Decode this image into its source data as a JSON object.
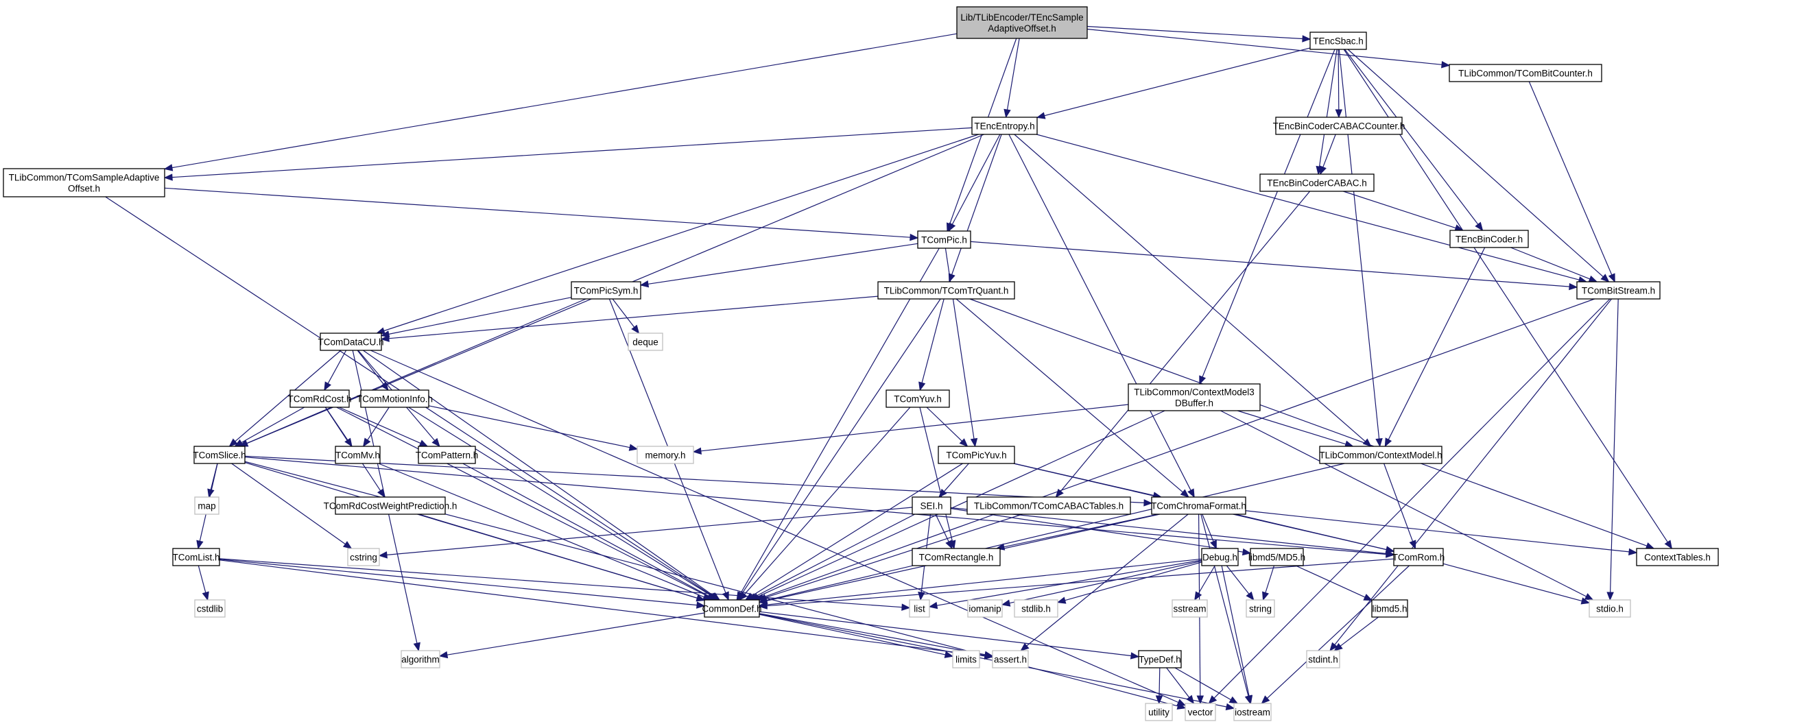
{
  "title": "Lib/TLibEncoder/TEncSampleAdaptiveOffset.h include dependency graph",
  "colors": {
    "edge": "#191970",
    "root_fill": "#bfbfbf",
    "node_border": "#000000",
    "system_border": "#bfbfbf"
  },
  "nodes": [
    {
      "id": "root",
      "lines": [
        "Lib/TLibEncoder/TEncSample",
        "AdaptiveOffset.h"
      ],
      "kind": "root"
    },
    {
      "id": "TEncSbac",
      "lines": [
        "TEncSbac.h"
      ],
      "kind": "file"
    },
    {
      "id": "TComBitCounter",
      "lines": [
        "TLibCommon/TComBitCounter.h"
      ],
      "kind": "file"
    },
    {
      "id": "TEncEntropy",
      "lines": [
        "TEncEntropy.h"
      ],
      "kind": "file"
    },
    {
      "id": "TEncBinCoderCABACCounter",
      "lines": [
        "TEncBinCoderCABACCounter.h"
      ],
      "kind": "file"
    },
    {
      "id": "TComSAO",
      "lines": [
        "TLibCommon/TComSampleAdaptive",
        "Offset.h"
      ],
      "kind": "file"
    },
    {
      "id": "TEncBinCoderCABAC",
      "lines": [
        "TEncBinCoderCABAC.h"
      ],
      "kind": "file"
    },
    {
      "id": "TComPic",
      "lines": [
        "TComPic.h"
      ],
      "kind": "file"
    },
    {
      "id": "TEncBinCoder",
      "lines": [
        "TEncBinCoder.h"
      ],
      "kind": "file"
    },
    {
      "id": "TComPicSym",
      "lines": [
        "TComPicSym.h"
      ],
      "kind": "file"
    },
    {
      "id": "TComTrQuant",
      "lines": [
        "TLibCommon/TComTrQuant.h"
      ],
      "kind": "file"
    },
    {
      "id": "TComBitStream",
      "lines": [
        "TComBitStream.h"
      ],
      "kind": "file"
    },
    {
      "id": "deque",
      "lines": [
        "deque"
      ],
      "kind": "system"
    },
    {
      "id": "TComDataCU",
      "lines": [
        "TComDataCU.h"
      ],
      "kind": "file"
    },
    {
      "id": "TComRdCost",
      "lines": [
        "TComRdCost.h"
      ],
      "kind": "file"
    },
    {
      "id": "TComMotionInfo",
      "lines": [
        "TComMotionInfo.h"
      ],
      "kind": "file"
    },
    {
      "id": "TComYuv",
      "lines": [
        "TComYuv.h"
      ],
      "kind": "file"
    },
    {
      "id": "ContextModel3DBuffer",
      "lines": [
        "TLibCommon/ContextModel3",
        "DBuffer.h"
      ],
      "kind": "file"
    },
    {
      "id": "TComSlice",
      "lines": [
        "TComSlice.h"
      ],
      "kind": "file"
    },
    {
      "id": "TComMv",
      "lines": [
        "TComMv.h"
      ],
      "kind": "file"
    },
    {
      "id": "TComPattern",
      "lines": [
        "TComPattern.h"
      ],
      "kind": "file"
    },
    {
      "id": "memory",
      "lines": [
        "memory.h"
      ],
      "kind": "system"
    },
    {
      "id": "TComPicYuv",
      "lines": [
        "TComPicYuv.h"
      ],
      "kind": "file"
    },
    {
      "id": "ContextModel",
      "lines": [
        "TLibCommon/ContextModel.h"
      ],
      "kind": "file"
    },
    {
      "id": "map",
      "lines": [
        "map"
      ],
      "kind": "system"
    },
    {
      "id": "TComRdCostWP",
      "lines": [
        "TComRdCostWeightPrediction.h"
      ],
      "kind": "file"
    },
    {
      "id": "SEI",
      "lines": [
        "SEI.h"
      ],
      "kind": "file"
    },
    {
      "id": "TComCABACTables",
      "lines": [
        "TLibCommon/TComCABACTables.h"
      ],
      "kind": "file"
    },
    {
      "id": "TComChromaFormat",
      "lines": [
        "TComChromaFormat.h"
      ],
      "kind": "file"
    },
    {
      "id": "cstring",
      "lines": [
        "cstring"
      ],
      "kind": "system"
    },
    {
      "id": "TComRectangle",
      "lines": [
        "TComRectangle.h"
      ],
      "kind": "file"
    },
    {
      "id": "TComList",
      "lines": [
        "TComList.h"
      ],
      "kind": "file"
    },
    {
      "id": "Debug",
      "lines": [
        "Debug.h"
      ],
      "kind": "file"
    },
    {
      "id": "MD5",
      "lines": [
        "libmd5/MD5.h"
      ],
      "kind": "file"
    },
    {
      "id": "TComRom",
      "lines": [
        "TComRom.h"
      ],
      "kind": "file"
    },
    {
      "id": "ContextTables",
      "lines": [
        "ContextTables.h"
      ],
      "kind": "file"
    },
    {
      "id": "cstdlib",
      "lines": [
        "cstdlib"
      ],
      "kind": "system"
    },
    {
      "id": "CommonDef",
      "lines": [
        "CommonDef.h"
      ],
      "kind": "file"
    },
    {
      "id": "list",
      "lines": [
        "list"
      ],
      "kind": "system"
    },
    {
      "id": "iomanip",
      "lines": [
        "iomanip"
      ],
      "kind": "system"
    },
    {
      "id": "stdlib",
      "lines": [
        "stdlib.h"
      ],
      "kind": "system"
    },
    {
      "id": "sstream",
      "lines": [
        "sstream"
      ],
      "kind": "system"
    },
    {
      "id": "string",
      "lines": [
        "string"
      ],
      "kind": "system"
    },
    {
      "id": "libmd5",
      "lines": [
        "libmd5.h"
      ],
      "kind": "file"
    },
    {
      "id": "stdio",
      "lines": [
        "stdio.h"
      ],
      "kind": "system"
    },
    {
      "id": "algorithm",
      "lines": [
        "algorithm"
      ],
      "kind": "system"
    },
    {
      "id": "limits",
      "lines": [
        "limits"
      ],
      "kind": "system"
    },
    {
      "id": "assert",
      "lines": [
        "assert.h"
      ],
      "kind": "system"
    },
    {
      "id": "TypeDef",
      "lines": [
        "TypeDef.h"
      ],
      "kind": "file"
    },
    {
      "id": "stdint",
      "lines": [
        "stdint.h"
      ],
      "kind": "system"
    },
    {
      "id": "utility",
      "lines": [
        "utility"
      ],
      "kind": "system"
    },
    {
      "id": "vector",
      "lines": [
        "vector"
      ],
      "kind": "system"
    },
    {
      "id": "iostream",
      "lines": [
        "iostream"
      ],
      "kind": "system"
    }
  ],
  "edges": [
    [
      "root",
      "TComSAO"
    ],
    [
      "root",
      "TComPic"
    ],
    [
      "root",
      "TEncEntropy"
    ],
    [
      "root",
      "TEncSbac"
    ],
    [
      "root",
      "TComBitCounter"
    ],
    [
      "TEncSbac",
      "TEncEntropy"
    ],
    [
      "TEncSbac",
      "TEncBinCoderCABACCounter"
    ],
    [
      "TEncSbac",
      "TEncBinCoderCABAC"
    ],
    [
      "TEncSbac",
      "TEncBinCoder"
    ],
    [
      "TEncSbac",
      "TComBitStream"
    ],
    [
      "TEncSbac",
      "ContextModel"
    ],
    [
      "TEncSbac",
      "ContextModel3DBuffer"
    ],
    [
      "TEncSbac",
      "ContextTables"
    ],
    [
      "TComBitCounter",
      "TComBitStream"
    ],
    [
      "TEncEntropy",
      "TComSAO"
    ],
    [
      "TEncEntropy",
      "TComPic"
    ],
    [
      "TEncEntropy",
      "TComSlice"
    ],
    [
      "TEncEntropy",
      "TComDataCU"
    ],
    [
      "TEncEntropy",
      "TComTrQuant"
    ],
    [
      "TEncEntropy",
      "TComBitStream"
    ],
    [
      "TEncEntropy",
      "ContextModel"
    ],
    [
      "TEncEntropy",
      "TComChromaFormat"
    ],
    [
      "TEncBinCoderCABACCounter",
      "TEncBinCoderCABAC"
    ],
    [
      "TEncBinCoderCABAC",
      "TEncBinCoder"
    ],
    [
      "TEncBinCoderCABAC",
      "TComCABACTables"
    ],
    [
      "TEncBinCoder",
      "TComBitStream"
    ],
    [
      "TEncBinCoder",
      "ContextModel"
    ],
    [
      "TComSAO",
      "TComPic"
    ],
    [
      "TComSAO",
      "CommonDef"
    ],
    [
      "TComPic",
      "TComPicSym"
    ],
    [
      "TComPic",
      "TComBitStream"
    ],
    [
      "TComPic",
      "TComPicYuv"
    ],
    [
      "TComPic",
      "CommonDef"
    ],
    [
      "TComPicSym",
      "TComDataCU"
    ],
    [
      "TComPicSym",
      "TComSlice"
    ],
    [
      "TComPicSym",
      "deque"
    ],
    [
      "TComPicSym",
      "CommonDef"
    ],
    [
      "TComTrQuant",
      "TComDataCU"
    ],
    [
      "TComTrQuant",
      "TComYuv"
    ],
    [
      "TComTrQuant",
      "ContextTables"
    ],
    [
      "TComTrQuant",
      "TComChromaFormat"
    ],
    [
      "TComTrQuant",
      "CommonDef"
    ],
    [
      "TComBitStream",
      "stdint"
    ],
    [
      "TComBitStream",
      "vector"
    ],
    [
      "TComBitStream",
      "stdio"
    ],
    [
      "TComBitStream",
      "CommonDef"
    ],
    [
      "TComDataCU",
      "TComSlice"
    ],
    [
      "TComDataCU",
      "TComRdCost"
    ],
    [
      "TComDataCU",
      "TComMotionInfo"
    ],
    [
      "TComDataCU",
      "TComPattern"
    ],
    [
      "TComDataCU",
      "CommonDef"
    ],
    [
      "TComDataCU",
      "algorithm"
    ],
    [
      "TComDataCU",
      "vector"
    ],
    [
      "TComRdCost",
      "TComSlice"
    ],
    [
      "TComRdCost",
      "TComMv"
    ],
    [
      "TComRdCost",
      "TComPattern"
    ],
    [
      "TComRdCost",
      "TComRdCostWP"
    ],
    [
      "TComRdCost",
      "CommonDef"
    ],
    [
      "TComMotionInfo",
      "TComMv"
    ],
    [
      "TComMotionInfo",
      "memory"
    ],
    [
      "TComMotionInfo",
      "CommonDef"
    ],
    [
      "TComYuv",
      "TComPicYuv"
    ],
    [
      "TComYuv",
      "TComRectangle"
    ],
    [
      "TComYuv",
      "CommonDef"
    ],
    [
      "ContextModel3DBuffer",
      "ContextModel"
    ],
    [
      "ContextModel3DBuffer",
      "memory"
    ],
    [
      "ContextModel3DBuffer",
      "stdio"
    ],
    [
      "ContextModel3DBuffer",
      "CommonDef"
    ],
    [
      "TComSlice",
      "map"
    ],
    [
      "TComSlice",
      "TComList"
    ],
    [
      "TComSlice",
      "cstring"
    ],
    [
      "TComSlice",
      "TComChromaFormat"
    ],
    [
      "TComSlice",
      "TComRom"
    ],
    [
      "TComSlice",
      "CommonDef"
    ],
    [
      "TComSlice",
      "vector"
    ],
    [
      "TComMv",
      "CommonDef"
    ],
    [
      "TComPattern",
      "CommonDef"
    ],
    [
      "TComPicYuv",
      "SEI"
    ],
    [
      "TComPicYuv",
      "TComChromaFormat"
    ],
    [
      "TComPicYuv",
      "TComRom"
    ],
    [
      "TComPicYuv",
      "CommonDef"
    ],
    [
      "ContextModel",
      "TComRom"
    ],
    [
      "ContextModel",
      "CommonDef"
    ],
    [
      "TComRdCostWP",
      "CommonDef"
    ],
    [
      "SEI",
      "list"
    ],
    [
      "SEI",
      "cstring"
    ],
    [
      "SEI",
      "TComRectangle"
    ],
    [
      "SEI",
      "MD5"
    ],
    [
      "SEI",
      "CommonDef"
    ],
    [
      "SEI",
      "TComRom"
    ],
    [
      "TComCABACTables",
      "CommonDef"
    ],
    [
      "TComChromaFormat",
      "Debug"
    ],
    [
      "TComChromaFormat",
      "TComRectangle"
    ],
    [
      "TComChromaFormat",
      "TComRom"
    ],
    [
      "TComChromaFormat",
      "CommonDef"
    ],
    [
      "TComChromaFormat",
      "assert"
    ],
    [
      "TComChromaFormat",
      "iostream"
    ],
    [
      "TComChromaFormat",
      "vector"
    ],
    [
      "TComChromaFormat",
      "ContextTables"
    ],
    [
      "TComList",
      "cstdlib"
    ],
    [
      "TComList",
      "list"
    ],
    [
      "TComList",
      "assert"
    ],
    [
      "TComList",
      "CommonDef"
    ],
    [
      "Debug",
      "stdlib"
    ],
    [
      "Debug",
      "sstream"
    ],
    [
      "Debug",
      "string"
    ],
    [
      "Debug",
      "iomanip"
    ],
    [
      "Debug",
      "list"
    ],
    [
      "Debug",
      "iostream"
    ],
    [
      "Debug",
      "CommonDef"
    ],
    [
      "MD5",
      "string"
    ],
    [
      "MD5",
      "libmd5"
    ],
    [
      "libmd5",
      "stdint"
    ],
    [
      "TComRom",
      "stdio"
    ],
    [
      "TComRom",
      "iostream"
    ],
    [
      "TComRom",
      "CommonDef"
    ],
    [
      "CommonDef",
      "algorithm"
    ],
    [
      "CommonDef",
      "limits"
    ],
    [
      "CommonDef",
      "assert"
    ],
    [
      "CommonDef",
      "TypeDef"
    ],
    [
      "CommonDef",
      "iostream"
    ],
    [
      "TypeDef",
      "utility"
    ],
    [
      "TypeDef",
      "vector"
    ],
    [
      "TypeDef",
      "iostream"
    ]
  ]
}
